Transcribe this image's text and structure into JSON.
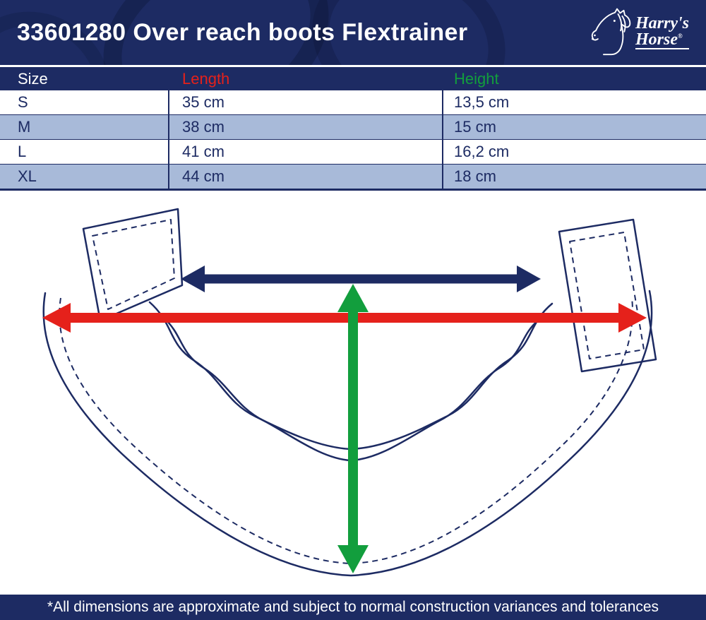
{
  "colors": {
    "navy": "#1d2b63",
    "red": "#e5211b",
    "green": "#129e3d",
    "row_alt": "#a8bad9"
  },
  "header": {
    "title": "33601280 Over reach boots Flextrainer",
    "logo": {
      "line1": "Harry's",
      "line2": "Horse",
      "reg": "®"
    }
  },
  "table": {
    "columns": [
      {
        "id": "size",
        "label": "Size"
      },
      {
        "id": "length",
        "label": "Length"
      },
      {
        "id": "height",
        "label": "Height"
      }
    ],
    "rows": [
      {
        "size": "S",
        "length": "35 cm",
        "height": "13,5 cm"
      },
      {
        "size": "M",
        "length": "38 cm",
        "height": "15 cm"
      },
      {
        "size": "L",
        "length": "41 cm",
        "height": "16,2 cm"
      },
      {
        "size": "XL",
        "length": "44 cm",
        "height": "18 cm"
      }
    ]
  },
  "diagram": {
    "arrows": [
      {
        "name": "inner-length-arrow",
        "color": "#1d2b63"
      },
      {
        "name": "length-arrow",
        "color": "#e5211b"
      },
      {
        "name": "height-arrow",
        "color": "#129e3d"
      }
    ]
  },
  "footer": {
    "note": "*All dimensions are approximate and subject to normal construction variances and tolerances"
  }
}
